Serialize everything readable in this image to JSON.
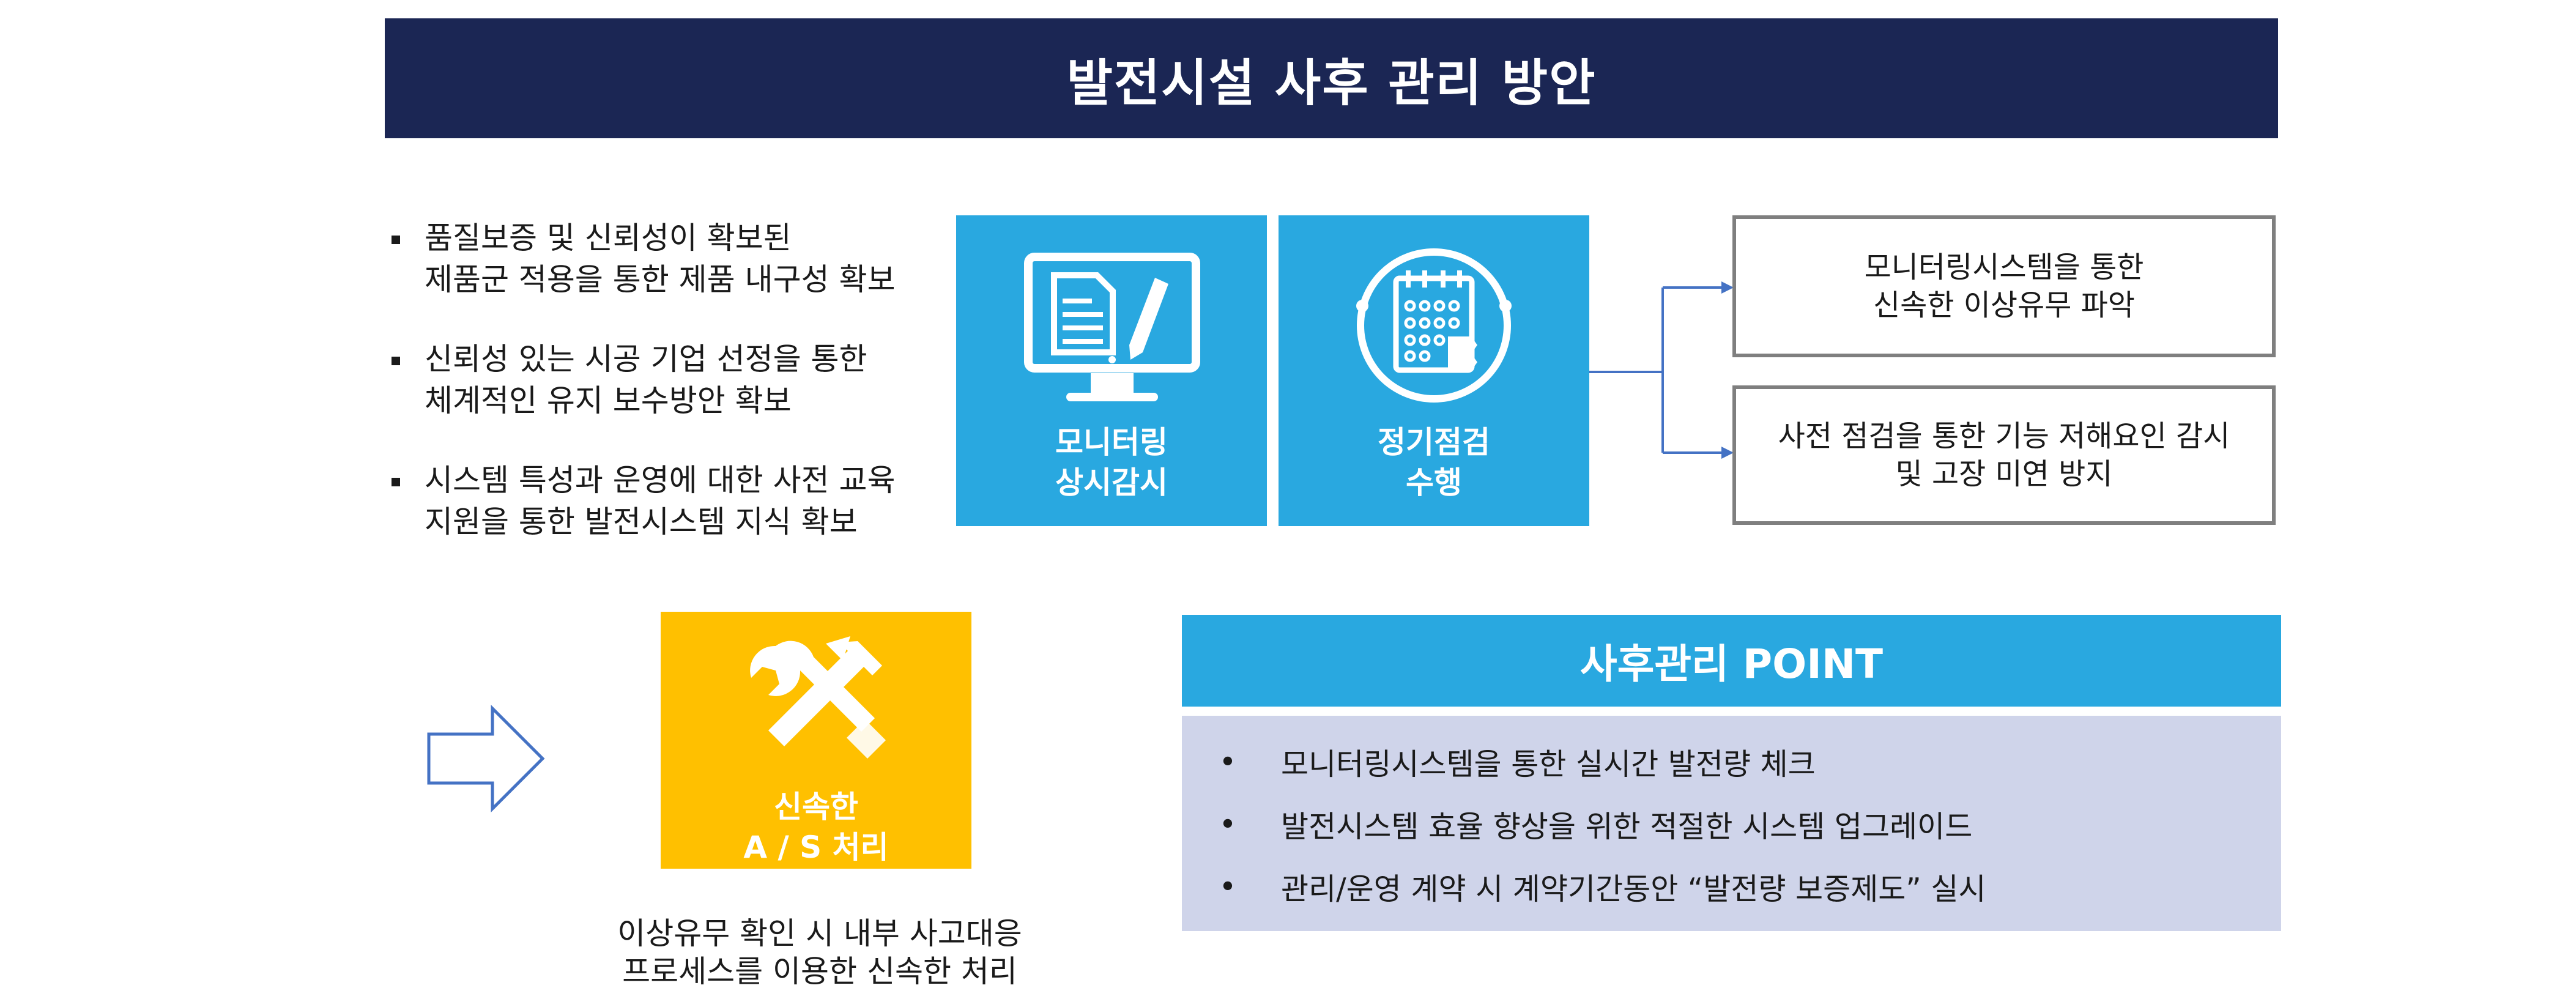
{
  "header": {
    "title": "발전시설 사후 관리 방안"
  },
  "bullets": [
    "품질보증 및 신뢰성이 확보된\n제품군 적용을 통한 제품 내구성 확보",
    "신뢰성 있는 시공 기업 선정을 통한\n체계적인 유지 보수방안 확보",
    "시스템 특성과 운영에 대한 사전 교육\n지원을 통한 발전시스템 지식 확보"
  ],
  "tiles": {
    "monitoring": {
      "label": "모니터링\n상시감시",
      "icon": "monitor-document-pen-icon"
    },
    "inspection": {
      "label": "정기점검\n수행",
      "icon": "calendar-cycle-icon"
    }
  },
  "outcomes": [
    "모니터링시스템을 통한\n신속한 이상유무 파악",
    "사전 점검을 통한 기능 저해요인 감시\n및 고장 미연 방지"
  ],
  "as_service": {
    "label": "신속한\nA / S 처리",
    "icon": "hammer-wrench-icon",
    "caption": "이상유무 확인 시 내부 사고대응\n프로세스를 이용한 신속한 처리"
  },
  "point": {
    "title": "사후관리 POINT",
    "items": [
      "모니터링시스템을 통한 실시간 발전량 체크",
      "발전시스템 효율 향상을 위한 적절한 시스템 업그레이드",
      "관리/운영 계약 시 계약기간동안 “발전량 보증제도” 실시"
    ]
  },
  "colors": {
    "title_bg": "#1b2654",
    "tile_blue": "#29a8e0",
    "as_yellow": "#ffc000",
    "point_body": "#cfd4ea",
    "connector": "#4472c4"
  }
}
